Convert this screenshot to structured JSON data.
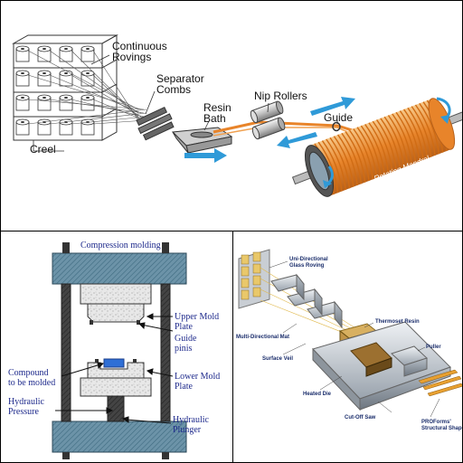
{
  "filament": {
    "continuous_rovings": "Continuous\nRovings",
    "separator_combs": "Separator\nCombs",
    "resin_bath": "Resin\nBath",
    "nip_rollers": "Nip Rollers",
    "guide": "Guide",
    "creel": "Creel",
    "rotating_mandrel": "Rotating Mandrel"
  },
  "compression": {
    "title": "Compression molding",
    "upper_mold_plate": "Upper Mold\nPlate",
    "guide_pins": "Guide\npinis",
    "compound": "Compound\nto be molded",
    "lower_mold_plate": "Lower Mold\nPlate",
    "hydraulic_pressure": "Hydraulic\nPressure",
    "hydraulic_plunger": "Hydraulic\nPlunger"
  },
  "pultrusion": {
    "uni_directional": "Uni-Directional\nGlass Roving",
    "thermoset_resin": "Thermoset Resin",
    "multi_directional_mat": "Multi-Directional Mat",
    "surface_veil": "Surface Veil",
    "puller": "Puller",
    "heated_die": "Heated Die",
    "cut_off_saw": "Cut-Off Saw",
    "proforms": "PROForms'\nStructural Shapes"
  },
  "colors": {
    "fiber": "#e8842a",
    "arrow": "#2f9ad8",
    "press": "#4f7d95",
    "compound": "#2f6fd6",
    "label_blue": "#1e2a8c"
  }
}
